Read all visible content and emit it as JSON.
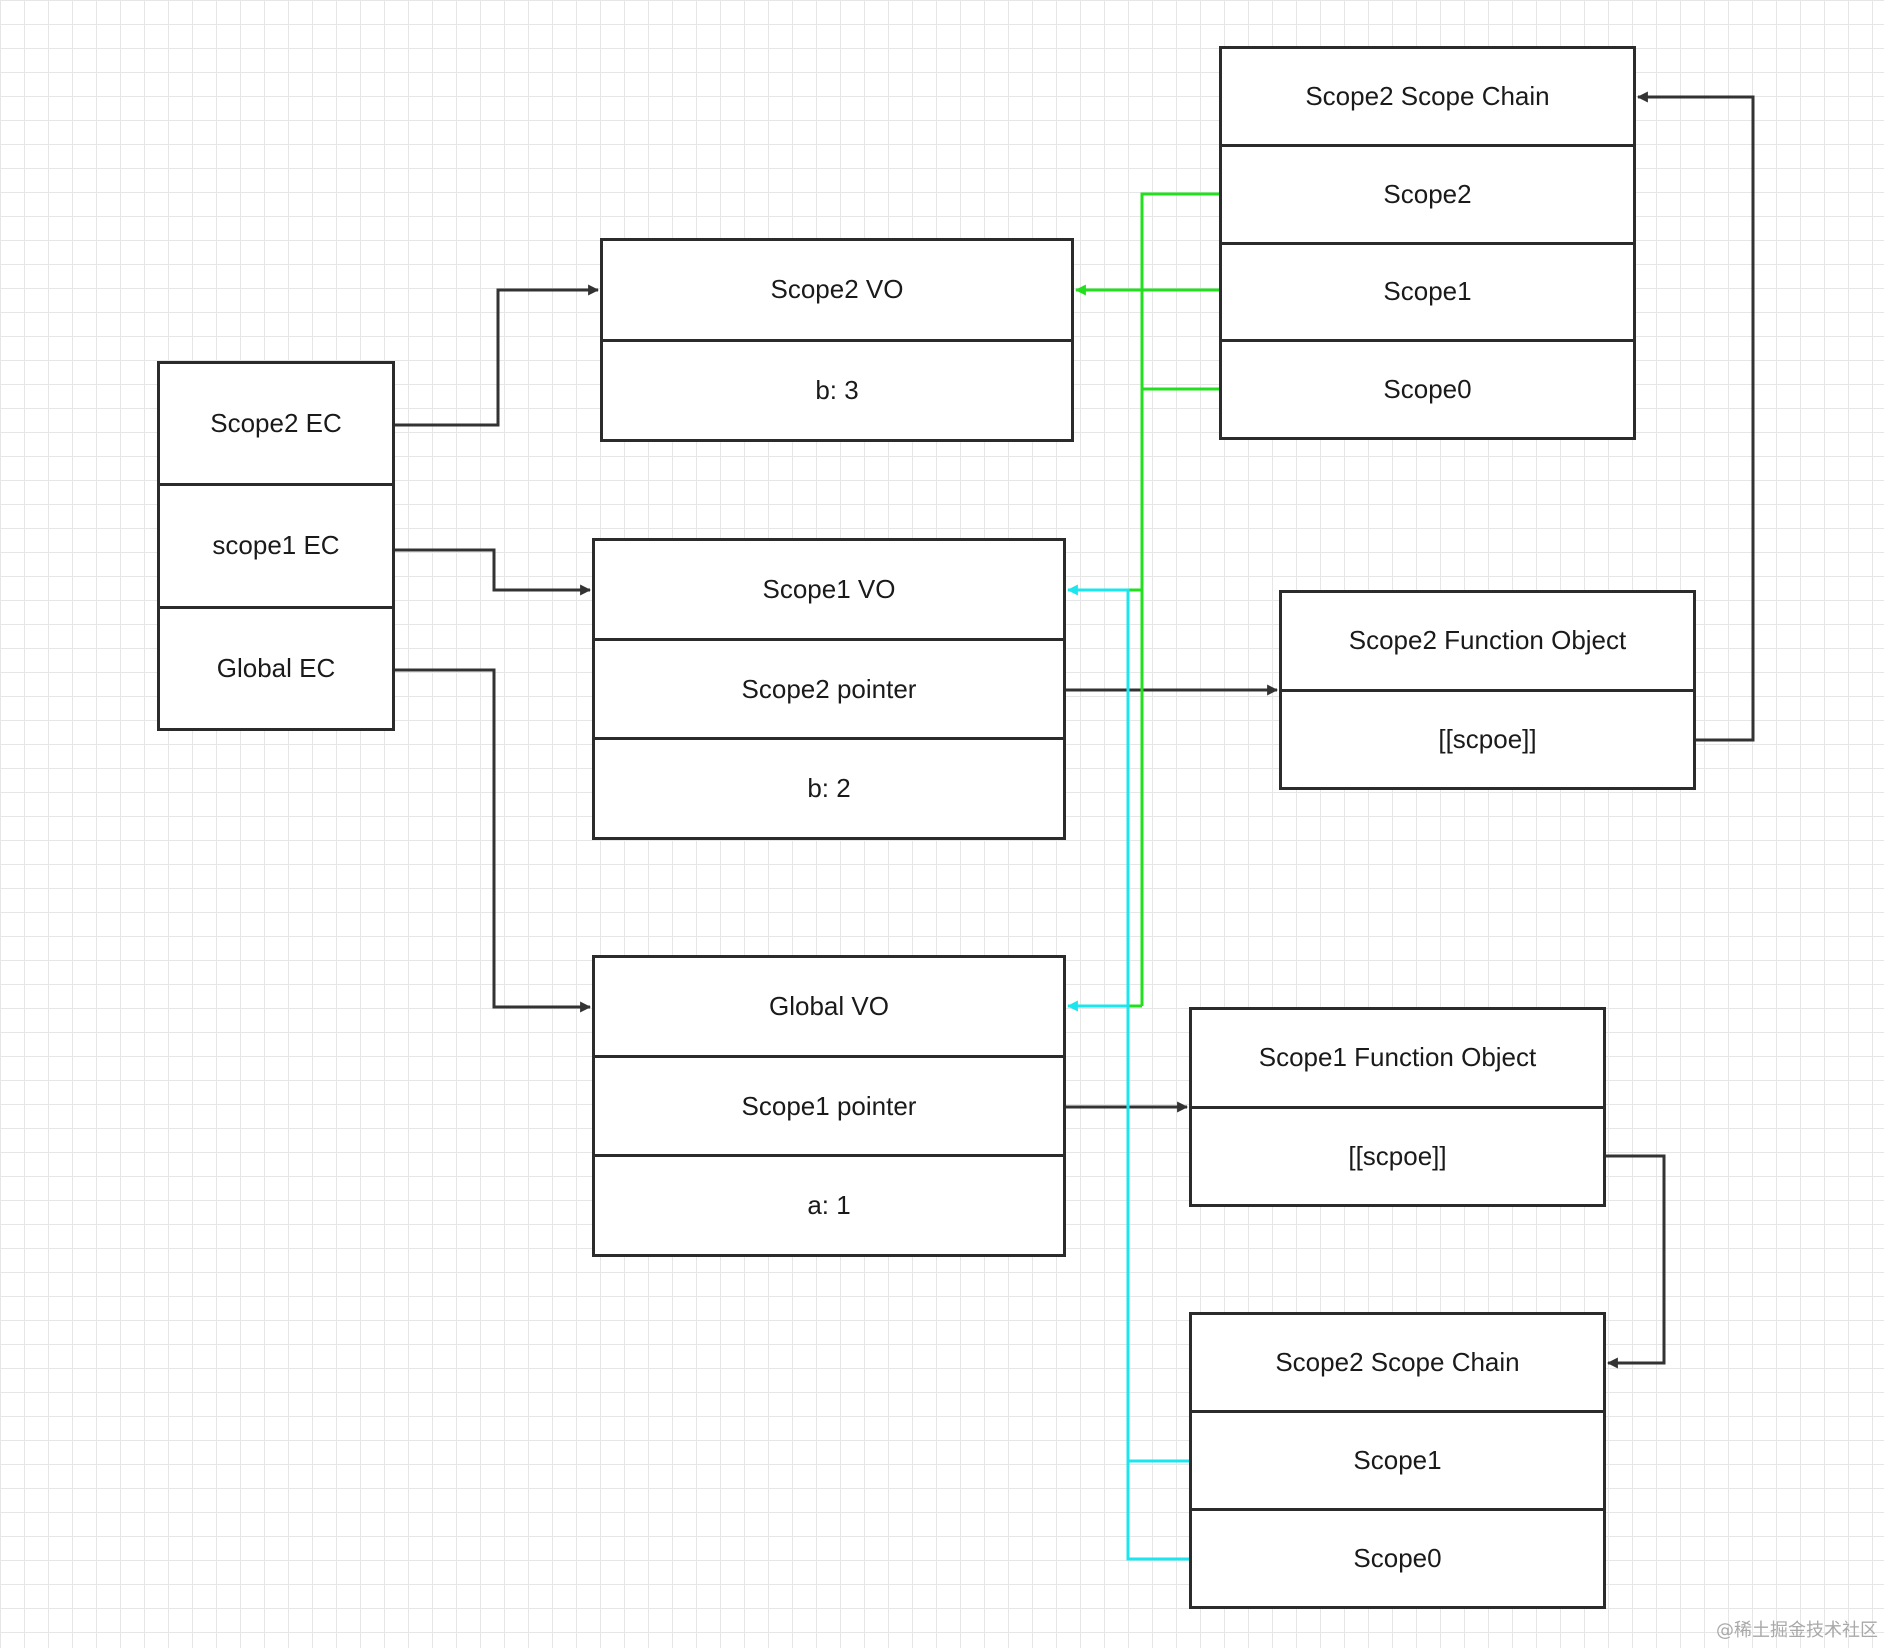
{
  "execution_stack": {
    "scope2_ec": "Scope2 EC",
    "scope1_ec": "scope1 EC",
    "global_ec": "Global EC"
  },
  "scope2_vo": {
    "title": "Scope2 VO",
    "var_b": "b: 3"
  },
  "scope1_vo": {
    "title": "Scope1 VO",
    "pointer": "Scope2 pointer",
    "var_b": "b: 2"
  },
  "global_vo": {
    "title": "Global VO",
    "pointer": "Scope1 pointer",
    "var_a": "a: 1"
  },
  "scope2_chain": {
    "title": "Scope2 Scope Chain",
    "items": [
      "Scope2",
      "Scope1",
      "Scope0"
    ]
  },
  "scope2_function": {
    "title": "Scope2 Function Object",
    "scope": "[[scpoe]]"
  },
  "scope1_function": {
    "title": "Scope1 Function Object",
    "scope": "[[scpoe]]"
  },
  "scope1_chain": {
    "title": "Scope2 Scope Chain",
    "items": [
      "Scope1",
      "Scope0"
    ]
  },
  "connector_colors": {
    "reference": "#333333",
    "scope2_chain": "#22e01e",
    "scope1_chain": "#1be6ee"
  },
  "watermark": "@稀土掘金技术社区"
}
